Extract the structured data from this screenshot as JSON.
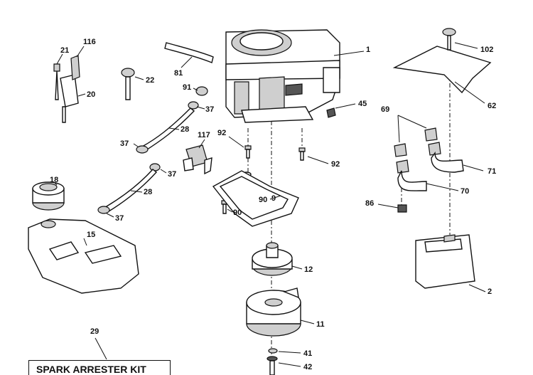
{
  "callouts": {
    "c1": "1",
    "c2": "2",
    "c9": "9",
    "c11": "11",
    "c12": "12",
    "c15": "15",
    "c18": "18",
    "c20": "20",
    "c21": "21",
    "c22": "22",
    "c28a": "28",
    "c28b": "28",
    "c29": "29",
    "c37a": "37",
    "c37b": "37",
    "c37c": "37",
    "c37d": "37",
    "c41": "41",
    "c42": "42",
    "c45": "45",
    "c62": "62",
    "c69": "69",
    "c70": "70",
    "c71": "71",
    "c81": "81",
    "c86": "86",
    "c90a": "90",
    "c90b": "90",
    "c91": "91",
    "c92a": "92",
    "c92b": "92",
    "c102": "102",
    "c116": "116",
    "c117": "117"
  },
  "kit": {
    "label": "SPARK ARRESTER KIT"
  }
}
